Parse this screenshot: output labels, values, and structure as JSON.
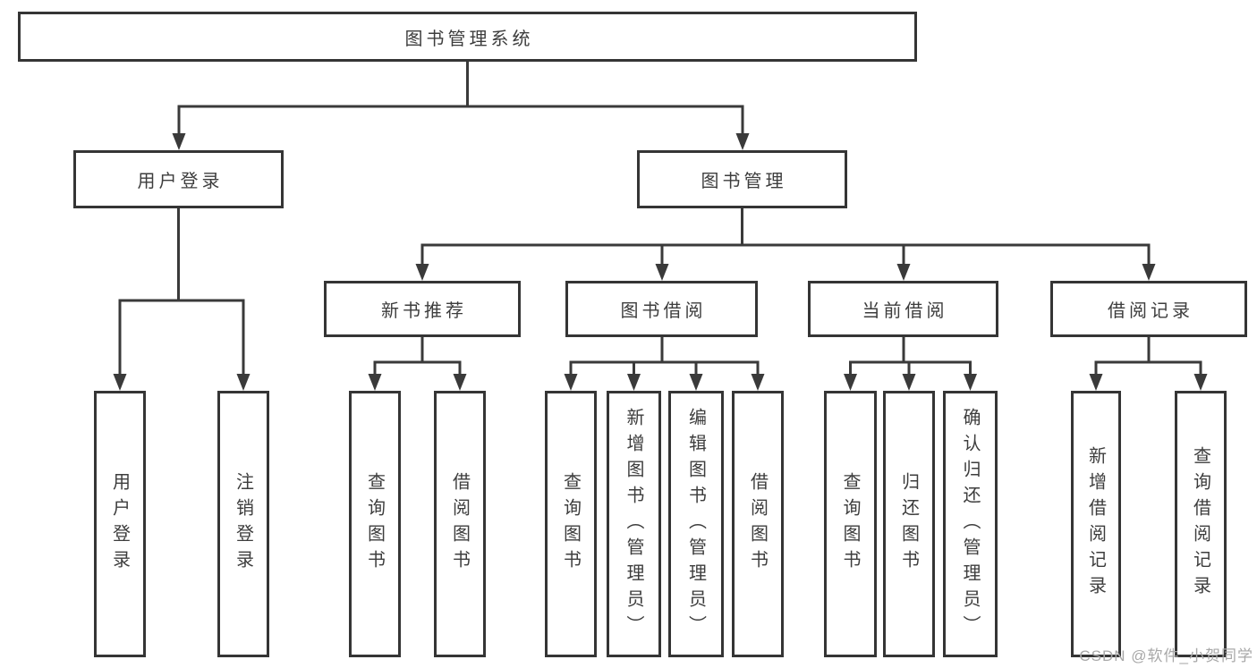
{
  "tree": {
    "label": "图书管理系统",
    "children": [
      {
        "label": "用户登录",
        "children": [
          {
            "label": "用户登录"
          },
          {
            "label": "注销登录"
          }
        ]
      },
      {
        "label": "图书管理",
        "children": [
          {
            "label": "新书推荐",
            "children": [
              {
                "label": "查询图书"
              },
              {
                "label": "借阅图书"
              }
            ]
          },
          {
            "label": "图书借阅",
            "children": [
              {
                "label": "查询图书"
              },
              {
                "label": "新增图书（管理员）"
              },
              {
                "label": "编辑图书（管理员）"
              },
              {
                "label": "借阅图书"
              }
            ]
          },
          {
            "label": "当前借阅",
            "children": [
              {
                "label": "查询图书"
              },
              {
                "label": "归还图书"
              },
              {
                "label": "确认归还（管理员）"
              }
            ]
          },
          {
            "label": "借阅记录",
            "children": [
              {
                "label": "新增借阅记录"
              },
              {
                "label": "查询借阅记录"
              }
            ]
          }
        ]
      }
    ]
  },
  "watermark": "CSDN @软件_小贺同学",
  "colors": {
    "line": "#3a3a3a",
    "box_border": "#353535",
    "text": "#3d3d3d",
    "watermark": "#a8a8a8",
    "background": "#ffffff"
  }
}
